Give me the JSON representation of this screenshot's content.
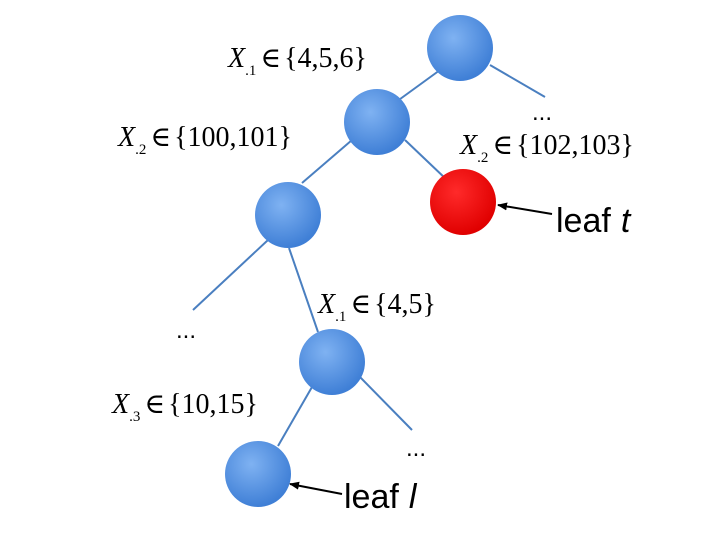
{
  "colors": {
    "node_fill": "#4f8fe0",
    "node_highlight": "#ff0000",
    "edge": "#4a7fc0"
  },
  "conditions": [
    {
      "var": "X",
      "sub": ".1",
      "rel": "∈",
      "set": "{4,5,6}"
    },
    {
      "var": "X",
      "sub": ".2",
      "rel": "∈",
      "set": "{100,101}"
    },
    {
      "var": "X",
      "sub": ".2",
      "rel": "∈",
      "set": "{102,103}"
    },
    {
      "var": "X",
      "sub": ".1",
      "rel": "∈",
      "set": "{4,5}"
    },
    {
      "var": "X",
      "sub": ".3",
      "rel": "∈",
      "set": "{10,15}"
    }
  ],
  "ellipsis": "...",
  "leaves": {
    "t": {
      "word": "leaf",
      "name": "t"
    },
    "l": {
      "word": "leaf",
      "name": "l"
    }
  }
}
